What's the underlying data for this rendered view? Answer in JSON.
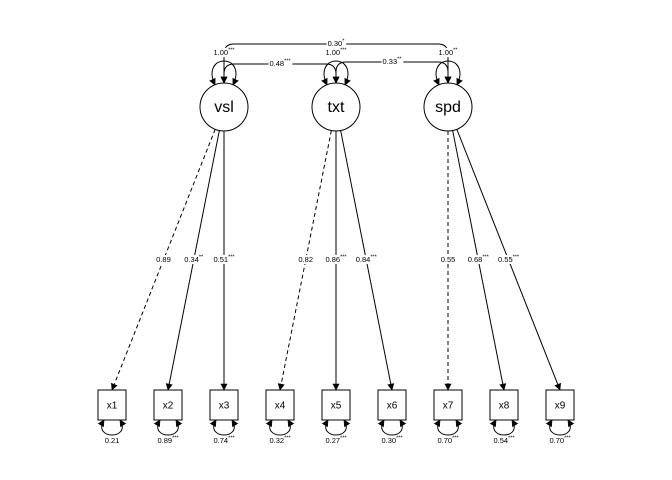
{
  "latents": [
    {
      "id": "vsl",
      "label": "vsl",
      "variance": {
        "value": "1.00",
        "sig": "***"
      }
    },
    {
      "id": "txt",
      "label": "txt",
      "variance": {
        "value": "1.00",
        "sig": "***"
      }
    },
    {
      "id": "spd",
      "label": "spd",
      "variance": {
        "value": "1.00",
        "sig": "**"
      }
    }
  ],
  "observed": [
    {
      "id": "x1",
      "label": "x1",
      "residual": {
        "value": "0.21",
        "sig": ""
      }
    },
    {
      "id": "x2",
      "label": "x2",
      "residual": {
        "value": "0.89",
        "sig": "***"
      }
    },
    {
      "id": "x3",
      "label": "x3",
      "residual": {
        "value": "0.74",
        "sig": "***"
      }
    },
    {
      "id": "x4",
      "label": "x4",
      "residual": {
        "value": "0.32",
        "sig": "***"
      }
    },
    {
      "id": "x5",
      "label": "x5",
      "residual": {
        "value": "0.27",
        "sig": "***"
      }
    },
    {
      "id": "x6",
      "label": "x6",
      "residual": {
        "value": "0.30",
        "sig": "***"
      }
    },
    {
      "id": "x7",
      "label": "x7",
      "residual": {
        "value": "0.70",
        "sig": "***"
      }
    },
    {
      "id": "x8",
      "label": "x8",
      "residual": {
        "value": "0.54",
        "sig": "***"
      }
    },
    {
      "id": "x9",
      "label": "x9",
      "residual": {
        "value": "0.70",
        "sig": "***"
      }
    }
  ],
  "loadings": [
    {
      "from": "vsl",
      "to": "x1",
      "value": "0.89",
      "sig": "",
      "fixed": true
    },
    {
      "from": "vsl",
      "to": "x2",
      "value": "0.34",
      "sig": "**",
      "fixed": false
    },
    {
      "from": "vsl",
      "to": "x3",
      "value": "0.51",
      "sig": "***",
      "fixed": false
    },
    {
      "from": "txt",
      "to": "x4",
      "value": "0.82",
      "sig": "",
      "fixed": true
    },
    {
      "from": "txt",
      "to": "x5",
      "value": "0.86",
      "sig": "***",
      "fixed": false
    },
    {
      "from": "txt",
      "to": "x6",
      "value": "0.84",
      "sig": "***",
      "fixed": false
    },
    {
      "from": "spd",
      "to": "x7",
      "value": "0.55",
      "sig": "",
      "fixed": true
    },
    {
      "from": "spd",
      "to": "x8",
      "value": "0.68",
      "sig": "***",
      "fixed": false
    },
    {
      "from": "spd",
      "to": "x9",
      "value": "0.55",
      "sig": "***",
      "fixed": false
    }
  ],
  "covariances": [
    {
      "a": "vsl",
      "b": "txt",
      "value": "0.48",
      "sig": "***"
    },
    {
      "a": "txt",
      "b": "spd",
      "value": "0.33",
      "sig": "**"
    },
    {
      "a": "vsl",
      "b": "spd",
      "value": "0.30",
      "sig": "*"
    }
  ]
}
